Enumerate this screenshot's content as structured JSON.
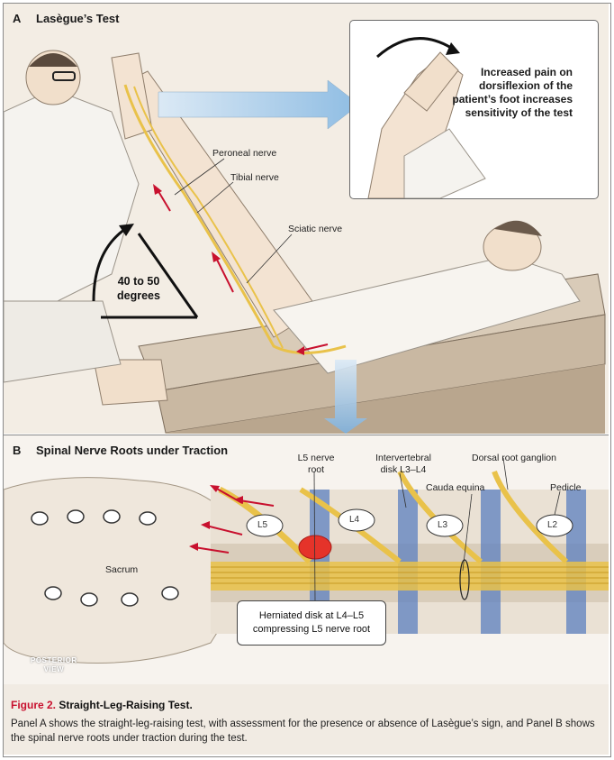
{
  "panel_a": {
    "letter": "A",
    "title": "Lasègue’s Test",
    "labels": {
      "peroneal": "Peroneal nerve",
      "tibial": "Tibial nerve",
      "sciatic": "Sciatic nerve"
    },
    "angle_line1": "40 to 50",
    "angle_line2": "degrees",
    "inset_lines": [
      "Increased pain on",
      "dorsiflexion of the",
      "patient’s foot increases",
      "sensitivity of the test"
    ]
  },
  "panel_b": {
    "letter": "B",
    "title": "Spinal Nerve Roots under Traction",
    "labels": {
      "l5_root_line1": "L5 nerve",
      "l5_root_line2": "root",
      "disc_line1": "Intervertebral",
      "disc_line2": "disk L3–L4",
      "cauda": "Cauda equina",
      "drg": "Dorsal root ganglion",
      "pedicle": "Pedicle",
      "sacrum": "Sacrum"
    },
    "vertebrae": [
      "L5",
      "L4",
      "L3",
      "L2"
    ],
    "callout_line1": "Herniated disk at L4–L5",
    "callout_line2": "compressing L5 nerve root",
    "watermark_line1": "POSTERIOR",
    "watermark_line2": "VIEW"
  },
  "caption": {
    "figure": "Figure 2.",
    "title": "Straight-Leg-Raising Test.",
    "body": "Panel A shows the straight-leg-raising test, with assessment for the presence or absence of Lasègue’s sign, and Panel B shows the spinal nerve roots under traction during the test."
  },
  "colors": {
    "nerve": "#e9c24a",
    "arrow": "#c8102e",
    "disc": "#5b7fc0",
    "herniation": "#e5332a",
    "skin": "#f0dcc8"
  }
}
